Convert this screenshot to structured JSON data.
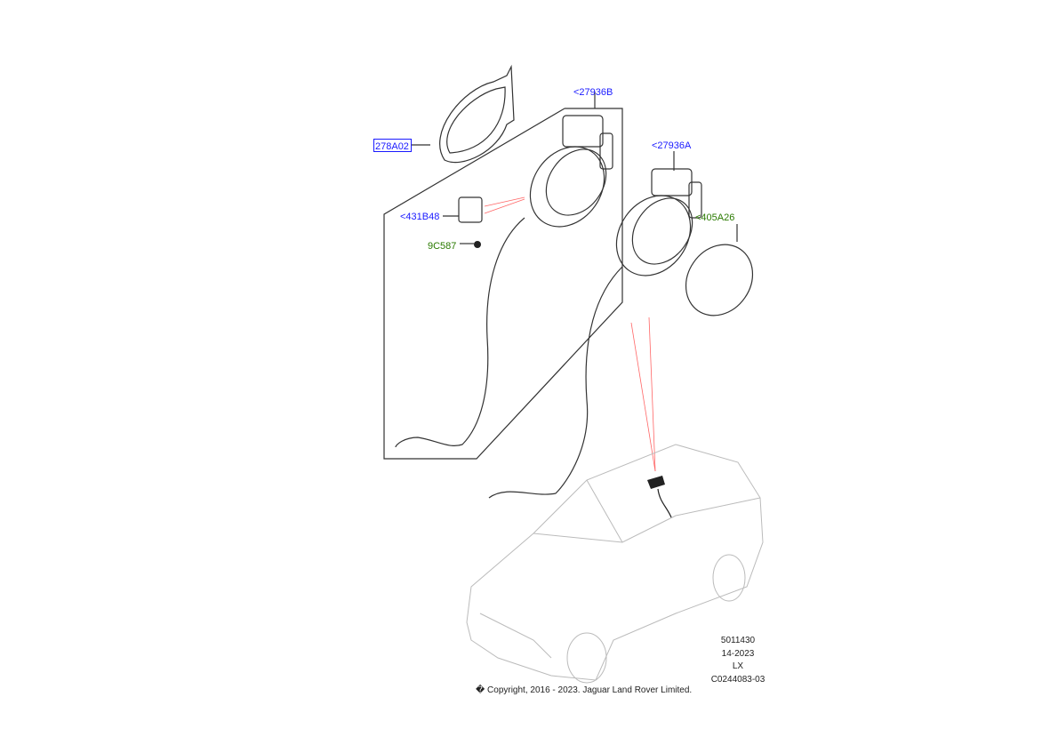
{
  "callouts": {
    "seal": "278A02",
    "flap_b": "<27936B",
    "flap_a": "<27936A",
    "actuator": "<431B48",
    "screw": "9C587",
    "gasket": "<405A26"
  },
  "colors": {
    "blue_label": "#1a1aff",
    "green_label": "#2a7a00",
    "leader_red": "#ff6666"
  },
  "meta": {
    "code1": "5011430",
    "code2": "14-2023",
    "code3": "LX",
    "code4": "C0244083-03"
  },
  "copyright": "� Copyright, 2016 - 2023. Jaguar Land Rover Limited."
}
